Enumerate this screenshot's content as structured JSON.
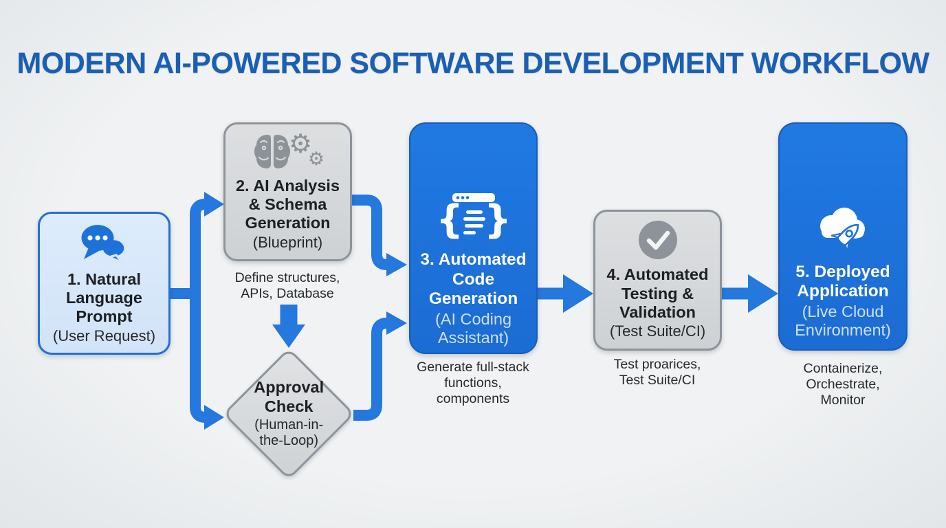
{
  "title": "MODERN AI-POWERED SOFTWARE DEVELOPMENT WORKFLOW",
  "colors": {
    "accent_blue": "#1d72da",
    "arrow_blue": "#2478de",
    "light_blue_fill": "#d8e7fa",
    "gray_fill": "#d5d8da",
    "gray_border": "#8d939a",
    "title_blue": "#1a5fb2",
    "background": "#eef0f2",
    "icon_gray": "#8d9298"
  },
  "nodes": {
    "step1": {
      "icon": "chat-bubbles-icon",
      "heading": "1. Natural\nLanguage\nPrompt",
      "sub": "(User Request)"
    },
    "step2": {
      "icon": "brain-gears-icon",
      "heading": "2. AI Analysis\n& Schema\nGeneration",
      "sub": "(Blueprint)",
      "caption": "Define structures,\nAPIs, Database"
    },
    "approval": {
      "heading": "Approval\nCheck",
      "sub": "(Human-in-\nthe-Loop)"
    },
    "step3": {
      "icon": "code-window-icon",
      "heading": "3. Automated\nCode\nGeneration",
      "sub": "(AI Coding\nAssistant)",
      "caption": "Generate full-stack\nfunctions,\ncomponents"
    },
    "step4": {
      "icon": "check-circle-icon",
      "heading": "4. Automated\nTesting &\nValidation",
      "sub": "(Test Suite/CI)",
      "caption": "Test proarices,\nTest Suite/CI"
    },
    "step5": {
      "icon": "cloud-rocket-icon",
      "heading": "5. Deployed\nApplication",
      "sub": "(Live Cloud\nEnvironment)",
      "caption": "Containerize,\nOrchestrate,\nMonitor"
    }
  }
}
